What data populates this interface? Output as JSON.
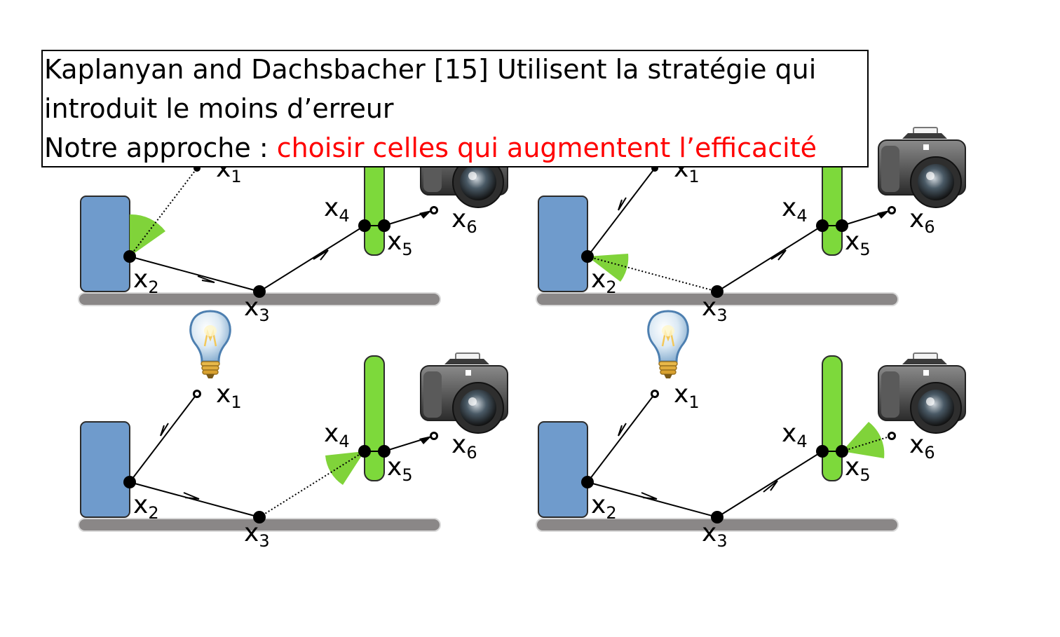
{
  "caption": {
    "line1": "Kaplanyan and Dachsbacher [15] Utilisent la stratégie qui",
    "line2": "introduit le moins d’erreur",
    "line3_prefix": "Notre approche : ",
    "line3_highlight": "choisir celles qui augmentent l’efficacité"
  },
  "colors": {
    "highlight": "#ff0000",
    "wall": "#6f9bcc",
    "pole": "#7dd93b",
    "floor": "#8a8787",
    "cone": "#79d12f"
  },
  "labels": {
    "x1": "x",
    "x1_sub": "1",
    "x2": "x",
    "x2_sub": "2",
    "x3": "x",
    "x3_sub": "3",
    "x4": "x",
    "x4_sub": "4",
    "x5": "x",
    "x5_sub": "5",
    "x6": "x",
    "x6_sub": "6"
  },
  "icons": [
    "light-bulb-icon",
    "camera-icon"
  ]
}
